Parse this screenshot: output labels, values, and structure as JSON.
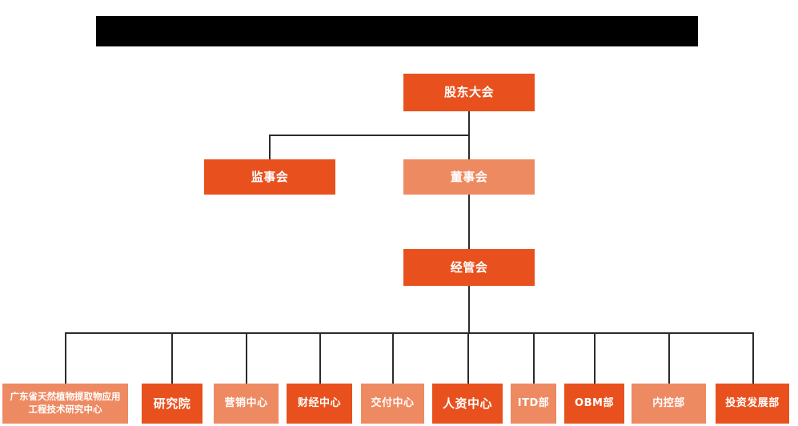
{
  "chart": {
    "title_bar": {
      "name": "redacted-title-bar",
      "text": ""
    },
    "colors": {
      "background": "#ffffff",
      "node_dark": "#E8511E",
      "node_light": "#EE8A62",
      "connector": "#2b2b2b",
      "node_text": "#ffffff",
      "redaction": "#000000"
    },
    "levels": [
      {
        "level": 1,
        "nodes": [
          {
            "id": "shareholders-meeting",
            "label": "股东大会",
            "style": "dark"
          }
        ]
      },
      {
        "level": 2,
        "nodes": [
          {
            "id": "board-of-supervisors",
            "label": "监事会",
            "style": "dark"
          },
          {
            "id": "board-of-directors",
            "label": "董事会",
            "style": "light"
          }
        ]
      },
      {
        "level": 3,
        "nodes": [
          {
            "id": "management-committee",
            "label": "经管会",
            "style": "dark"
          }
        ]
      },
      {
        "level": 4,
        "nodes": [
          {
            "id": "guangdong-research-center",
            "label": "广东省天然植物提取物应用工程技术研究中心",
            "style": "light"
          },
          {
            "id": "research-institute",
            "label": "研究院",
            "style": "dark"
          },
          {
            "id": "marketing-center",
            "label": "营销中心",
            "style": "light"
          },
          {
            "id": "finance-center",
            "label": "财经中心",
            "style": "dark"
          },
          {
            "id": "delivery-center",
            "label": "交付中心",
            "style": "light"
          },
          {
            "id": "hr-center",
            "label": "人资中心",
            "style": "dark"
          },
          {
            "id": "itd-department",
            "label": "ITD部",
            "style": "light"
          },
          {
            "id": "obm-department",
            "label": "OBM部",
            "style": "dark"
          },
          {
            "id": "internal-control-department",
            "label": "内控部",
            "style": "light"
          },
          {
            "id": "investment-development-department",
            "label": "投资发展部",
            "style": "dark"
          }
        ]
      }
    ]
  }
}
